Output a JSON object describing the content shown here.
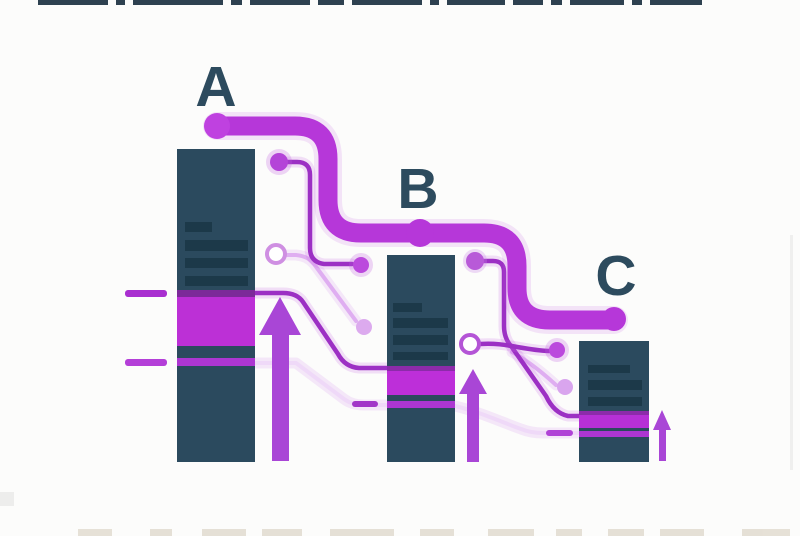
{
  "figure": {
    "type": "stylized-bar-diagram",
    "description_labels": [
      "A",
      "B",
      "C"
    ],
    "bars": [
      {
        "label": "A",
        "relative_height": 313,
        "detail_lines": 4,
        "has_band": true
      },
      {
        "label": "B",
        "relative_height": 207,
        "detail_lines": 4,
        "has_band": true
      },
      {
        "label": "C",
        "relative_height": 121,
        "detail_lines": 3,
        "has_band": true
      }
    ],
    "icons": [
      "node-dot-a",
      "node-dot-b",
      "node-dot-c",
      "small-node-dots",
      "outlined-node-circles",
      "up-arrow-a",
      "up-arrow-b",
      "up-arrow-c",
      "tick-dashes"
    ],
    "colors": {
      "background": "#fcfcfb",
      "bar_fill": "#2b4a5e",
      "bar_detail": "#1c3949",
      "band_bright": "#bc30d6",
      "band_dark_edge": "#7c2a99",
      "connector_thick": "#b637d9",
      "trace_medium": "#9c30c4",
      "trace_light": "#dfaef1",
      "arrow": "#a946d6",
      "label_text": "#2d4b5e",
      "cropped_text_top": "#2e4150",
      "cropped_text_bottom": "#e3ded3"
    }
  }
}
